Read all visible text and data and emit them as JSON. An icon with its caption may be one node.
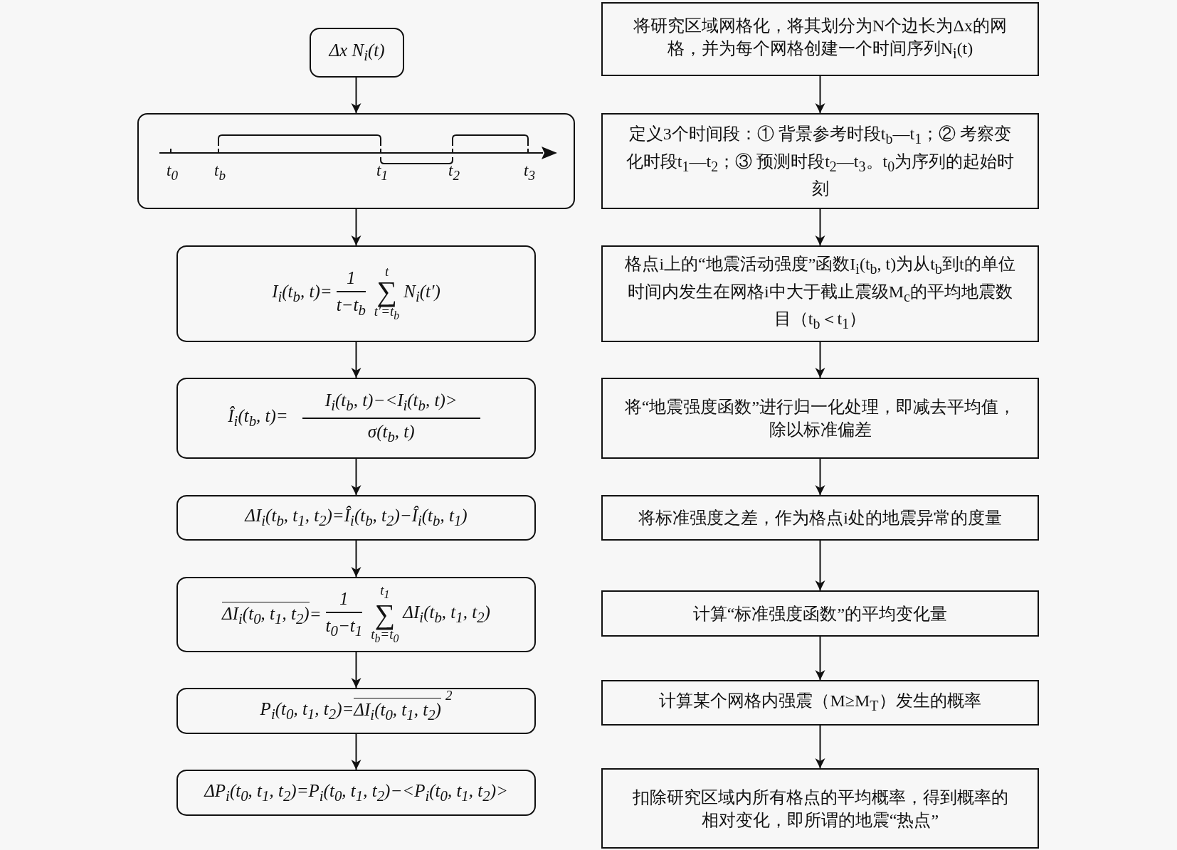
{
  "diagram": {
    "nodes": [
      {
        "text": [
          "Δx  N$_{i}$(t)"
        ]
      },
      {
        "text": [
          "t$_{0}$",
          "t$_{b}$",
          "t$_{1}$",
          "t$_{2}$",
          "t$_{3}$"
        ]
      },
      {
        "text": [
          "I$_{i}$(t$_{b}$, t)=",
          "1",
          "t−t$_{b}$",
          "t",
          "∑",
          "t′=t$_{b}$",
          "N$_{i}$(t′)"
        ]
      },
      {
        "text": [
          "Î$_{i}$(t$_{b}$, t)=",
          "I$_{i}$(t$_{b}$, t)−<I$_{i}$(t$_{b}$, t)>",
          "σ(t$_{b}$, t)"
        ]
      },
      {
        "text": [
          "ΔI$_{i}$(t$_{b}$, t$_{1}$, t$_{2}$)=Î$_{i}$(t$_{b}$, t$_{2}$)−Î$_{i}$(t$_{b}$, t$_{1}$)"
        ]
      },
      {
        "text": [
          "ΔI$_{i}$(t$_{0}$, t$_{1}$, t$_{2}$)",
          "=",
          "1",
          "t$_{0}$−t$_{1}$",
          "t$_{1}$",
          "∑",
          "t$_{b}$=t$_{0}$",
          "ΔI$_{i}$(t$_{b}$, t$_{1}$, t$_{2}$)"
        ]
      },
      {
        "text": [
          "P$_{i}$(t$_{0}$, t$_{1}$, t$_{2}$)=",
          "ΔI$_{i}$(t$_{0}$, t$_{1}$, t$_{2}$)",
          "2"
        ]
      },
      {
        "text": [
          "ΔP$_{i}$(t$_{0}$, t$_{1}$, t$_{2}$)=P$_{i}$(t$_{0}$, t$_{1}$, t$_{2}$)−<P$_{i}$(t$_{0}$, t$_{1}$, t$_{2}$)>"
        ]
      },
      {
        "text": [
          "将研究区域网格化，将其划分为N个边长为Δx的网格，并为每个网格创建一个时间序列N$_{i}$(t)"
        ]
      },
      {
        "text": [
          "定义3个时间段：① 背景参考时段t$_{b}$—t$_{1}$；② 考察变化时段t$_{1}$—t$_{2}$；③ 预测时段t$_{2}$—t$_{3}$。t$_{0}$为序列的起始时刻"
        ]
      },
      {
        "text": [
          "格点i上的“地震活动强度”函数I$_{i}$(t$_{b}$, t)为从t$_{b}$到t的单位时间内发生在网格i中大于截止震级M$_{c}$的平均地震数目（t$_{b}$＜t$_{1}$）"
        ]
      },
      {
        "text": [
          "将“地震强度函数”进行归一化处理，即减去平均值，除以标准偏差"
        ]
      },
      {
        "text": [
          "将标准强度之差，作为格点i处的地震异常的度量"
        ]
      },
      {
        "text": [
          "计算“标准强度函数”的平均变化量"
        ]
      },
      {
        "text": [
          "计算某个网格内强震（M≥M$_{T}$）发生的概率"
        ]
      },
      {
        "text": [
          "扣除研究区域内所有格点的平均概率，得到概率的相对变化，即所谓的地震“热点”"
        ]
      }
    ],
    "edges": [
      {
        "from": 0,
        "to": 1,
        "arrow": "to"
      },
      {
        "from": 1,
        "to": 2,
        "arrow": "to"
      },
      {
        "from": 2,
        "to": 3,
        "arrow": "to"
      },
      {
        "from": 3,
        "to": 4,
        "arrow": "to"
      },
      {
        "from": 4,
        "to": 5,
        "arrow": "to"
      },
      {
        "from": 5,
        "to": 6,
        "arrow": "to"
      },
      {
        "from": 6,
        "to": 7,
        "arrow": "to"
      },
      {
        "from": 8,
        "to": 9,
        "arrow": "to"
      },
      {
        "from": 9,
        "to": 10,
        "arrow": "to"
      },
      {
        "from": 10,
        "to": 11,
        "arrow": "to"
      },
      {
        "from": 11,
        "to": 12,
        "arrow": "to"
      },
      {
        "from": 12,
        "to": 13,
        "arrow": "to"
      },
      {
        "from": 13,
        "to": 14,
        "arrow": "to"
      },
      {
        "from": 14,
        "to": 15,
        "arrow": "to"
      }
    ]
  }
}
